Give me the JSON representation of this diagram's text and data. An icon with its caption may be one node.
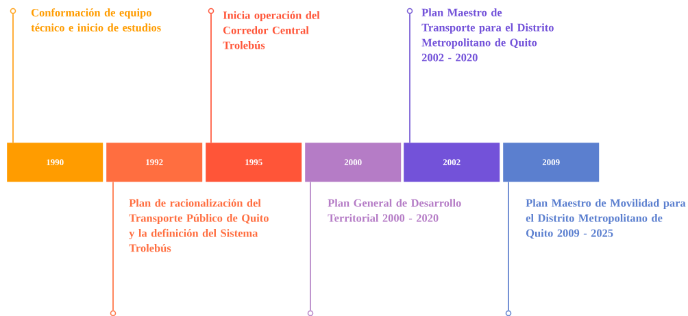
{
  "diagram": {
    "nodes": [
      {
        "text": [
          "1990"
        ]
      },
      {
        "text": [
          "1992"
        ],
        "beside": [
          "Plan de racionalización del Transporte Público de Quito y la definición del Sistema Trolebús"
        ]
      },
      {
        "text": [
          "1995"
        ]
      },
      {
        "text": [
          "2000"
        ],
        "beside": [
          "Plan General de Desarrollo Territorial 2000 - 2020"
        ]
      },
      {
        "text": [
          "2002"
        ]
      },
      {
        "text": [
          "2009"
        ],
        "beside": [
          "Plan Maestro de Movilidad para el Distrito Metropolitano de Quito 2009 - 2025"
        ]
      },
      {
        "text": [],
        "shape": "circle",
        "beside": [
          "Conformación de equipo técnico  e inicio de estudios"
        ]
      },
      {
        "text": [],
        "shape": "circle"
      },
      {
        "text": [],
        "shape": "circle",
        "beside": [
          "Inicia operación del Corredor Central Trolebús"
        ]
      },
      {
        "text": [],
        "shape": "circle"
      },
      {
        "text": [],
        "shape": "circle",
        "beside": [
          "Plan Maestro de Transporte para el Distrito Metropolitano de Quito 2002 - 2020"
        ]
      },
      {
        "text": [],
        "shape": "circle"
      }
    ],
    "edges": [
      {
        "from": 0,
        "to": 6,
        "arrow": "none",
        "color": "#ffa726"
      },
      {
        "from": 1,
        "to": 7,
        "arrow": "none",
        "color": "#ff7a4d"
      },
      {
        "from": 2,
        "to": 8,
        "arrow": "none",
        "color": "#ff5f45"
      },
      {
        "from": 3,
        "to": 9,
        "arrow": "none",
        "color": "#b98ac9"
      },
      {
        "from": 4,
        "to": 10,
        "arrow": "none",
        "color": "#7d62d6"
      },
      {
        "from": 5,
        "to": 11,
        "arrow": "none",
        "color": "#6585d0"
      }
    ]
  }
}
